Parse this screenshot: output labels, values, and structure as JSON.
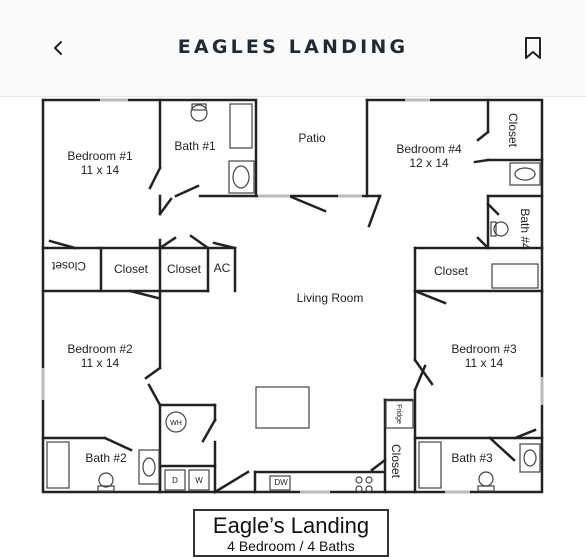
{
  "header": {
    "title": "EAGLES LANDING",
    "back_icon": "chevron-left-icon",
    "bookmark_icon": "bookmark-icon"
  },
  "floorplan": {
    "rooms": {
      "bedroom1": {
        "name": "Bedroom #1",
        "size": "11 x 14"
      },
      "bedroom2": {
        "name": "Bedroom #2",
        "size": "11 x 14"
      },
      "bedroom3": {
        "name": "Bedroom #3",
        "size": "11 x 14"
      },
      "bedroom4": {
        "name": "Bedroom #4",
        "size": "12 x 14"
      },
      "bath1": "Bath #1",
      "bath2": "Bath #2",
      "bath3": "Bath #3",
      "bath4": "Bath #4",
      "patio": "Patio",
      "living_room": "Living Room"
    },
    "closets": {
      "left_rotated": "Closet",
      "left_center": "Closet",
      "center": "Closet",
      "ac": "AC",
      "right_middle": "Closet",
      "right_top": "Closet",
      "bottom_right": "Closet"
    },
    "appliances": {
      "water_heater": "WH",
      "dryer": "D",
      "washer": "W",
      "dishwasher": "DW",
      "fridge": "Fridge"
    }
  },
  "caption": {
    "title": "Eagle’s Landing",
    "subtitle": "4 Bedroom / 4 Baths"
  }
}
